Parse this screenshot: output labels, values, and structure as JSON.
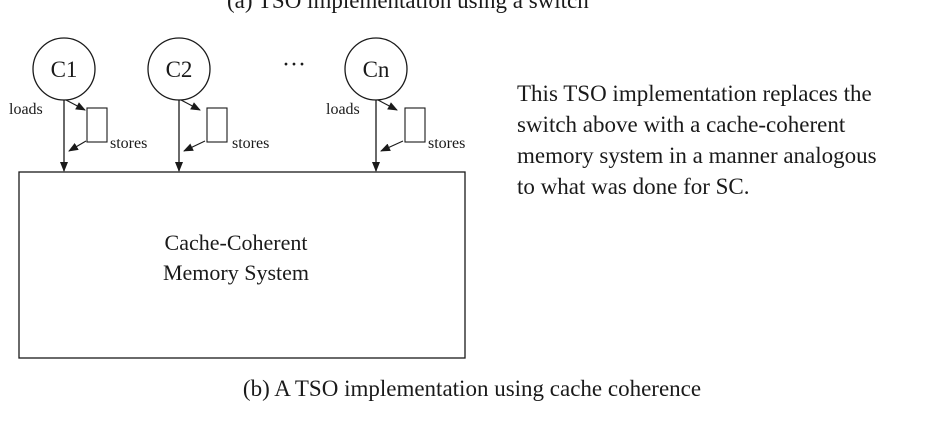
{
  "top_fragment": "(a) TSO implementation using a switch",
  "cores": [
    {
      "label": "C1"
    },
    {
      "label": "C2"
    },
    {
      "label": "Cn"
    }
  ],
  "ellipsis": "···",
  "labels": {
    "loads": "loads",
    "stores": "stores"
  },
  "memory": {
    "line1": "Cache-Coherent",
    "line2": "Memory System"
  },
  "description": {
    "lines": [
      "This TSO implementation replaces the",
      "switch above with a cache-coherent",
      "memory system in a manner analogous",
      "to what was done for SC."
    ]
  },
  "caption": "(b) A TSO implementation using cache coherence"
}
